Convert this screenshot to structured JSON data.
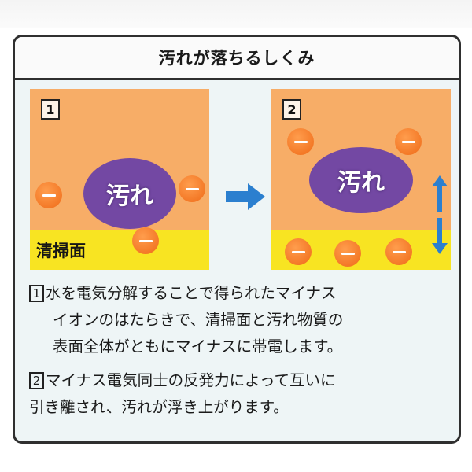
{
  "title": "汚れが落ちるしくみ",
  "panels": [
    {
      "number": "1",
      "dirt_label": "汚れ",
      "surface_label": "清掃面"
    },
    {
      "number": "2",
      "dirt_label": "汚れ"
    }
  ],
  "descriptions": [
    {
      "number": "1",
      "lines": [
        "水を電気分解することで得られたマイナス",
        "イオンのはたらきで、清掃面と汚れ物質の",
        "表面全体がともにマイナスに帯電します。"
      ]
    },
    {
      "number": "2",
      "lines": [
        "マイナス電気同士の反発力によって互いに",
        "引き離され、汚れが浮き上がります。"
      ]
    }
  ],
  "colors": {
    "background": "#f7ad67",
    "surface": "#f8e422",
    "dirt": "#7348a3",
    "ion": "#ef6a17",
    "arrow": "#2b7fcf"
  },
  "icons": [
    "minus-ion-icon",
    "arrow-right-icon",
    "arrow-up-icon",
    "arrow-down-icon"
  ]
}
